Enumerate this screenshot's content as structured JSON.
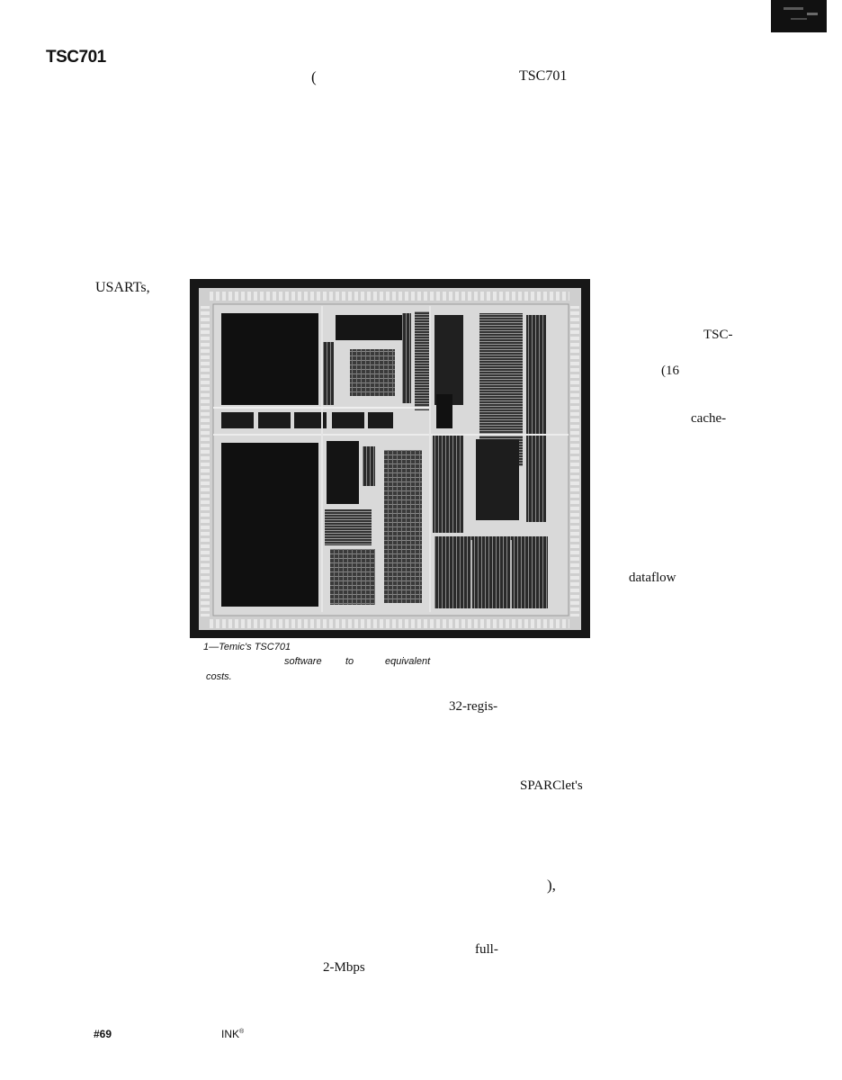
{
  "header": {
    "label": "TSC701",
    "frag_paren": "(",
    "frag_model": "TSC701"
  },
  "left_column": {
    "frag_usarts": "USARTs,"
  },
  "right_column": {
    "frag_tsc": "TSC-",
    "frag_16": "(16",
    "frag_cache": "cache-",
    "frag_dataflow": "dataflow"
  },
  "figure": {
    "caption_line1": "1—Temic's TSC701",
    "caption_software": "software",
    "caption_to": "to",
    "caption_equivalent": "equivalent",
    "caption_costs": "costs."
  },
  "body_fragments": {
    "regis": "32-regis-",
    "sparclets": "SPARClet's",
    "paren_close": "),",
    "full": "full-",
    "mbps": "2-Mbps"
  },
  "footer": {
    "issue": "#69",
    "ink": "INK",
    "reg_mark": "®"
  },
  "colors": {
    "photo_background": "#171717",
    "corner_block": "#111111"
  }
}
